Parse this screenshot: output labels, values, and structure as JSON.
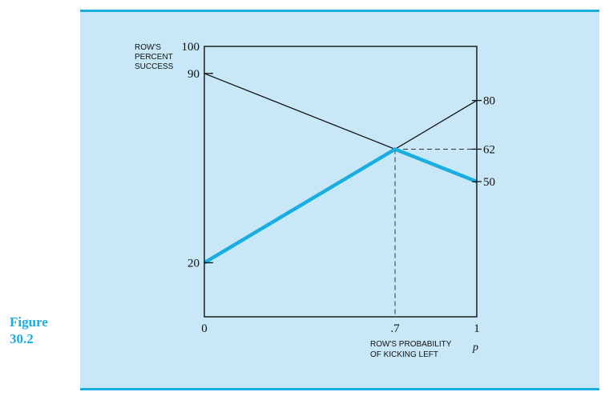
{
  "figure": {
    "label_line1": "Figure",
    "label_line2": "30.2"
  },
  "chart_data": {
    "type": "line",
    "xlabel_lines": [
      "ROW'S PROBABILITY",
      "OF KICKING LEFT"
    ],
    "xvar": "p",
    "ylabel_lines": [
      "ROW'S",
      "PERCENT",
      "SUCCESS"
    ],
    "xlim": [
      0,
      1
    ],
    "ylim": [
      0,
      100
    ],
    "x_ticks": [
      {
        "value": 0,
        "label": "0"
      },
      {
        "value": 0.7,
        "label": ".7"
      },
      {
        "value": 1,
        "label": "1"
      }
    ],
    "y_ticks_left": [
      {
        "value": 100,
        "label": "100"
      },
      {
        "value": 90,
        "label": "90"
      },
      {
        "value": 20,
        "label": "20"
      }
    ],
    "y_ticks_right": [
      {
        "value": 80,
        "label": "80"
      },
      {
        "value": 62,
        "label": "62"
      },
      {
        "value": 50,
        "label": "50"
      }
    ],
    "series": [
      {
        "x": [
          0,
          1
        ],
        "y": [
          90,
          50
        ],
        "color": "#111111",
        "width": 1.3
      },
      {
        "x": [
          0,
          1
        ],
        "y": [
          20,
          80
        ],
        "color": "#111111",
        "width": 1.3
      },
      {
        "x": [
          0,
          0.7,
          1
        ],
        "y": [
          20,
          62,
          50
        ],
        "color": "#1aaee0",
        "width": 4.5
      }
    ],
    "intersection": {
      "x": 0.7,
      "y": 62
    },
    "colors": {
      "highlight": "#1aaee0",
      "background": "#c8e8f8"
    }
  }
}
